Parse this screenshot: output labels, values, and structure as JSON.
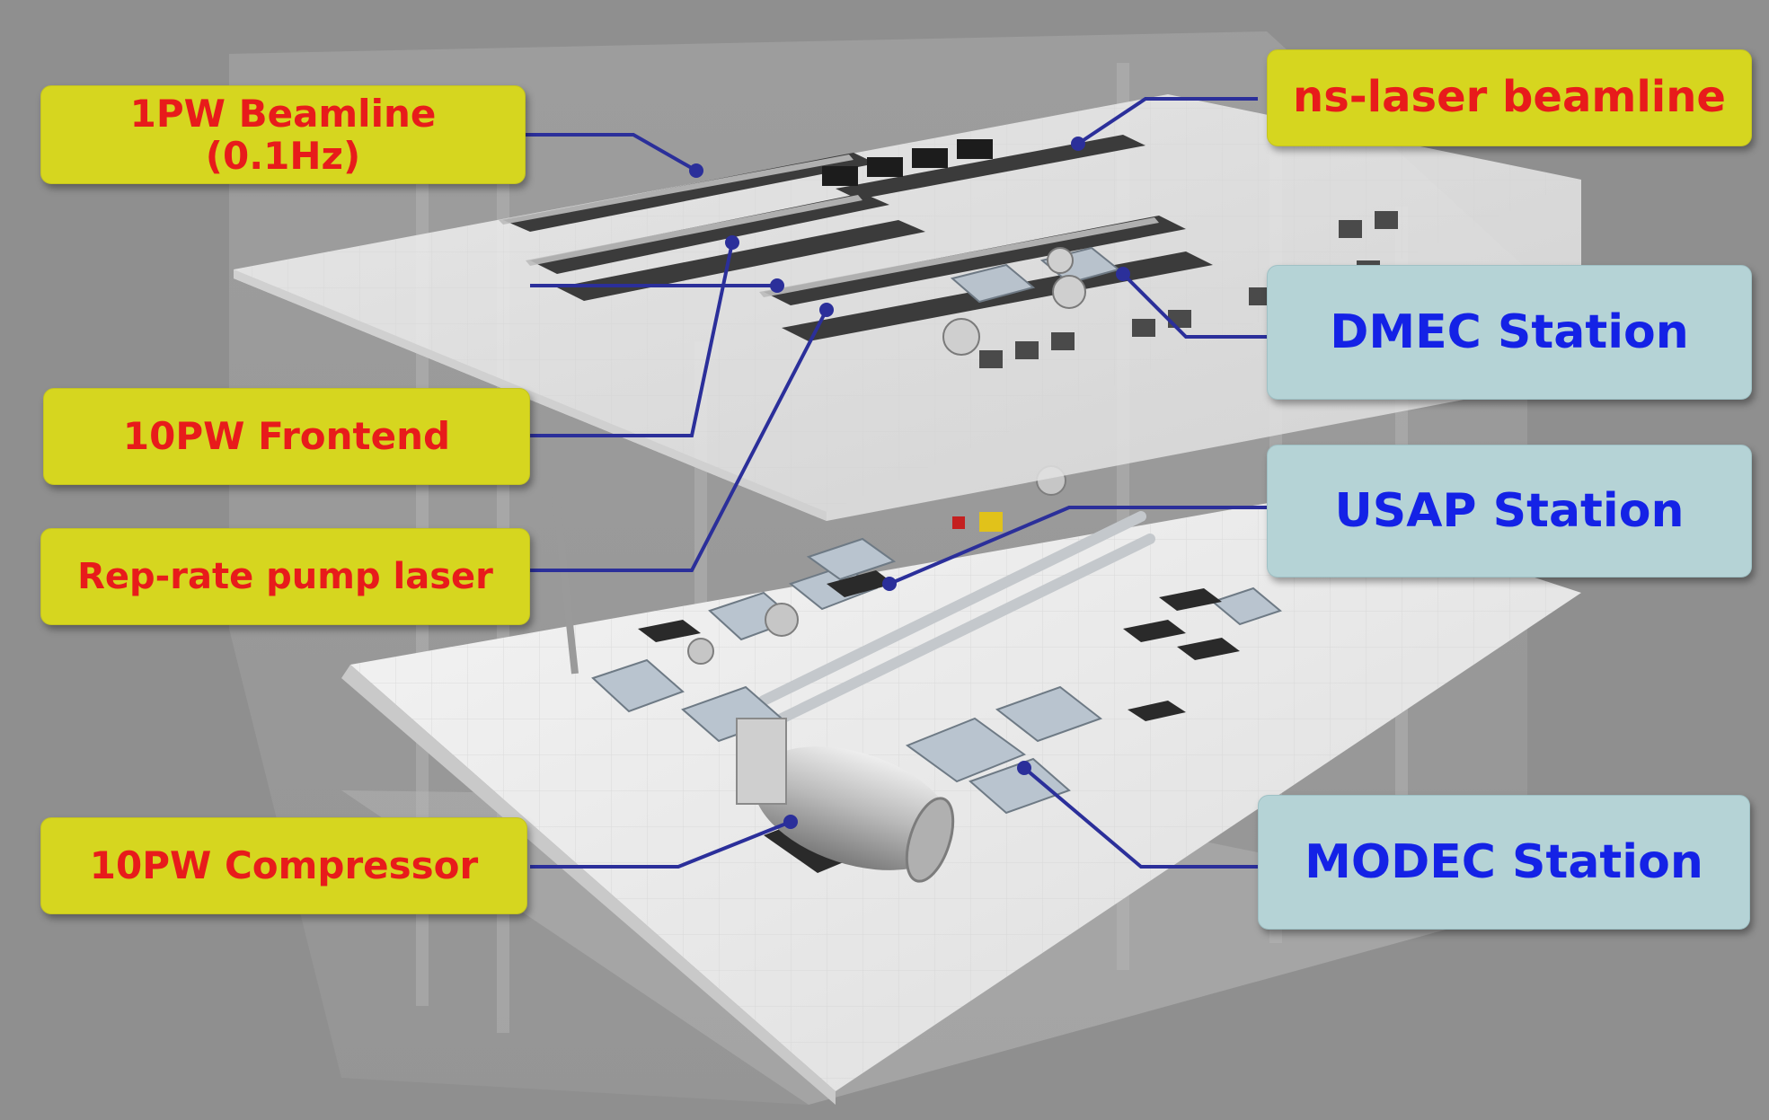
{
  "colors": {
    "background": "#8f8f8f",
    "callout_yellow": "#d6d61f",
    "callout_yellow_text": "#e81b1b",
    "callout_teal": "#b5d3d6",
    "callout_teal_text": "#1422e6",
    "leader_line": "#2b2f9a"
  },
  "labels": {
    "pw1_beamline": "1PW  Beamline\n(0.1Hz)",
    "frontend_10pw": "10PW Frontend",
    "pump_laser": "Rep-rate pump laser",
    "compressor_10pw": "10PW Compressor",
    "ns_laser": "ns-laser beamline",
    "dmec": "DMEC Station",
    "usap": "USAP Station",
    "modec": "MODEC Station"
  },
  "floors": [
    "upper-floor",
    "lower-floor"
  ]
}
